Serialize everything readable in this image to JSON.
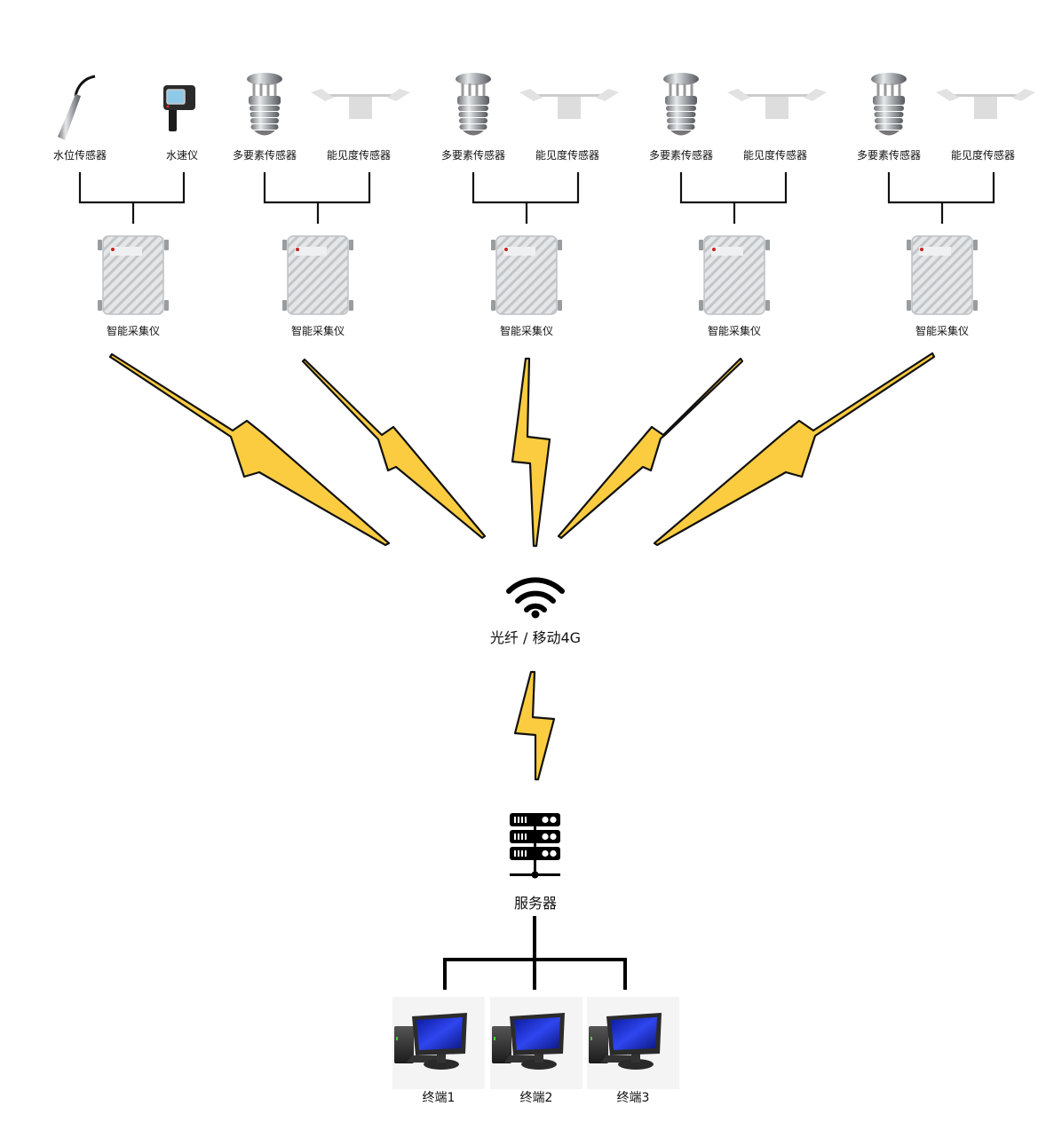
{
  "groups": [
    {
      "sensors": [
        {
          "label": "水位传感器",
          "icon": "water-level-sensor"
        },
        {
          "label": "水速仪",
          "icon": "flow-meter"
        }
      ],
      "collector": "智能采集仪"
    },
    {
      "sensors": [
        {
          "label": "多要素传感器",
          "icon": "multi-element-sensor"
        },
        {
          "label": "能见度传感器",
          "icon": "visibility-sensor"
        }
      ],
      "collector": "智能采集仪"
    },
    {
      "sensors": [
        {
          "label": "多要素传感器",
          "icon": "multi-element-sensor"
        },
        {
          "label": "能见度传感器",
          "icon": "visibility-sensor"
        }
      ],
      "collector": "智能采集仪"
    },
    {
      "sensors": [
        {
          "label": "多要素传感器",
          "icon": "multi-element-sensor"
        },
        {
          "label": "能见度传感器",
          "icon": "visibility-sensor"
        }
      ],
      "collector": "智能采集仪"
    },
    {
      "sensors": [
        {
          "label": "多要素传感器",
          "icon": "multi-element-sensor"
        },
        {
          "label": "能见度传感器",
          "icon": "visibility-sensor"
        }
      ],
      "collector": "智能采集仪"
    }
  ],
  "network": {
    "label": "光纤 / 移动4G",
    "icon": "wifi-icon"
  },
  "server": {
    "label": "服务器",
    "icon": "server-icon"
  },
  "terminals": [
    {
      "label": "终端1"
    },
    {
      "label": "终端2"
    },
    {
      "label": "终端3"
    }
  ],
  "colors": {
    "bolt": "#fccc40",
    "line": "#111111",
    "screen": "#1a2fd6"
  }
}
